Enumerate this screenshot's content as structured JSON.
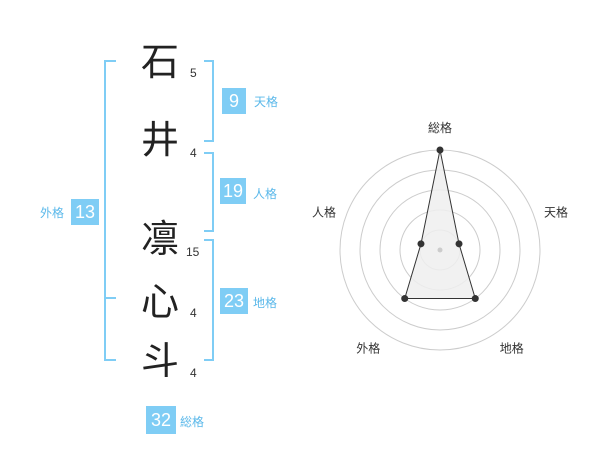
{
  "name": {
    "characters": [
      {
        "char": "石",
        "strokes": "5"
      },
      {
        "char": "井",
        "strokes": "4"
      },
      {
        "char": "凛",
        "strokes": "15"
      },
      {
        "char": "心",
        "strokes": "4"
      },
      {
        "char": "斗",
        "strokes": "4"
      }
    ]
  },
  "fortune": {
    "tenkaku": {
      "value": "9",
      "label": "天格"
    },
    "jinkaku": {
      "value": "19",
      "label": "人格"
    },
    "chikaku": {
      "value": "23",
      "label": "地格"
    },
    "gaikaku": {
      "value": "13",
      "label": "外格"
    },
    "soukaku": {
      "value": "32",
      "label": "総格"
    }
  },
  "chart_data": {
    "type": "radar",
    "axes": [
      "総格",
      "天格",
      "地格",
      "外格",
      "人格"
    ],
    "rings": 5,
    "values": [
      5,
      1,
      3,
      3,
      1
    ],
    "max": 5,
    "colors": {
      "fill": "#efefef",
      "line": "#333333",
      "ring": "#cccccc",
      "point": "#333333"
    }
  },
  "colors": {
    "accent": "#7fcdf5",
    "accent_text": "#5ab8ea"
  }
}
